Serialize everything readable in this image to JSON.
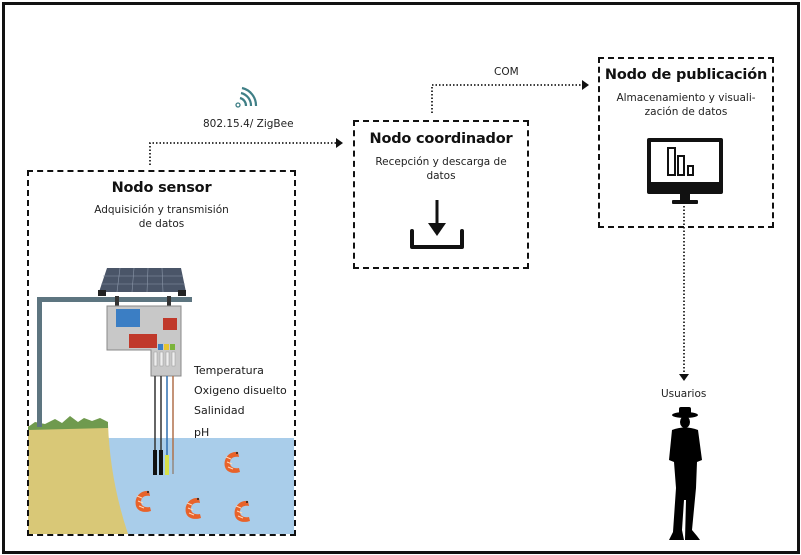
{
  "diagram": {
    "nodes": {
      "sensor": {
        "title": "Nodo sensor",
        "subtitle_line1": "Adquisición  y transmisión",
        "subtitle_line2": "de datos",
        "parameters": [
          "Temperatura",
          "Oxigeno disuelto",
          "Salinidad",
          "pH"
        ]
      },
      "coordinator": {
        "title": "Nodo coordinador",
        "subtitle_line1": "Recepción y descarga de",
        "subtitle_line2": "datos",
        "icon": "download-icon"
      },
      "publication": {
        "title": "Nodo de publicación",
        "subtitle_line1": "Almacenamiento y visuali-",
        "subtitle_line2": "zación de datos",
        "icon": "monitor-chart-icon"
      },
      "users": {
        "label": "Usuarios",
        "icon": "person-silhouette-icon"
      }
    },
    "links": [
      {
        "from": "sensor",
        "to": "coordinator",
        "label": "802.15.4/ ZigBee",
        "icon": "wireless-signal-icon",
        "style": "dotted-arrow"
      },
      {
        "from": "coordinator",
        "to": "publication",
        "label": "COM",
        "style": "dotted-arrow"
      },
      {
        "from": "publication",
        "to": "users",
        "label": "",
        "style": "dotted-arrow"
      }
    ],
    "colors": {
      "water": "#a9cdea",
      "ground": "#d9c877",
      "grass": "#6f9a4e",
      "pole": "#5d7580",
      "shrimp": "#e8622a",
      "wifi": "#3f7f86",
      "ink": "#111111"
    }
  }
}
